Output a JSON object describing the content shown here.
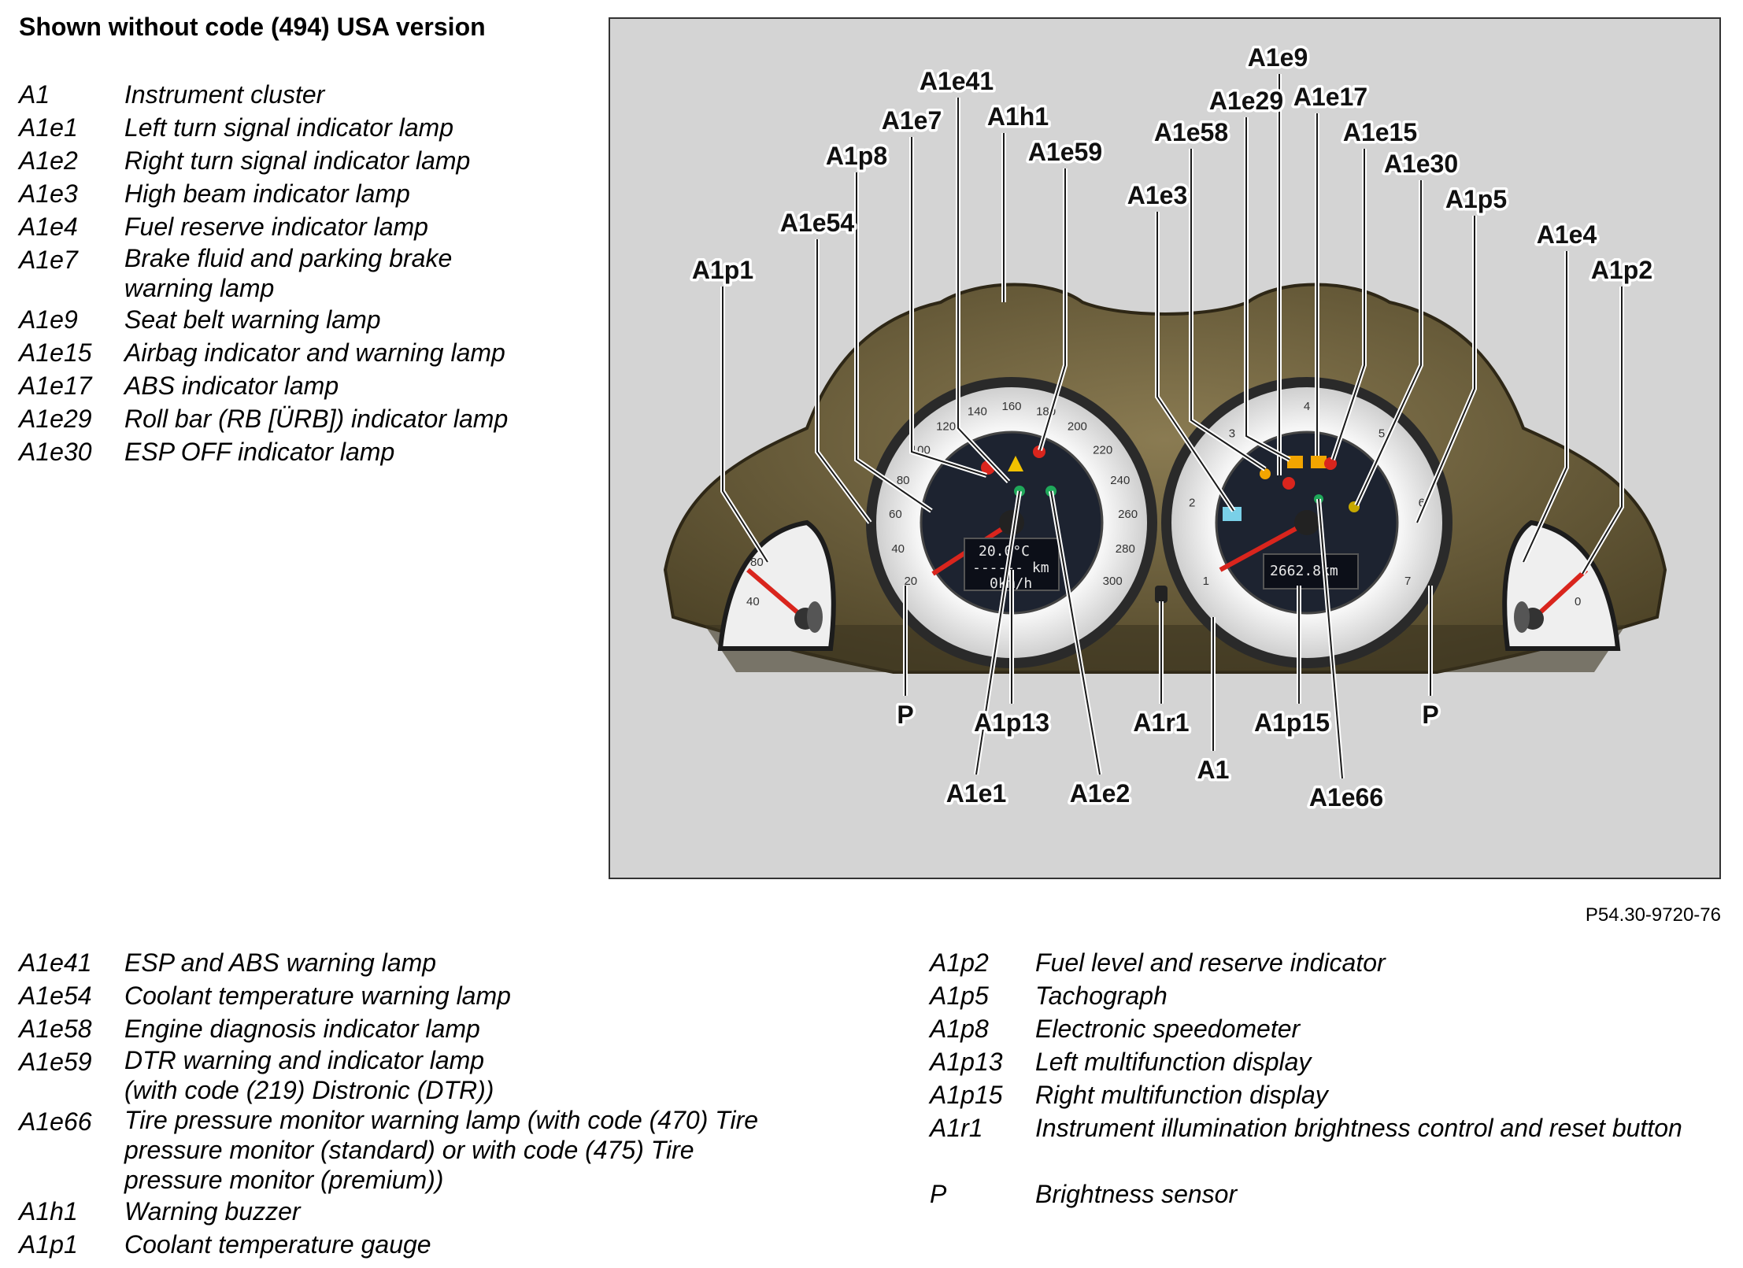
{
  "title": "Shown without code (494) USA version",
  "figure_code": "P54.30-9720-76",
  "legend_left": [
    {
      "code": "A1",
      "desc": "Instrument cluster"
    },
    {
      "code": "A1e1",
      "desc": "Left turn signal indicator lamp"
    },
    {
      "code": "A1e2",
      "desc": "Right turn signal indicator lamp"
    },
    {
      "code": "A1e3",
      "desc": "High beam indicator lamp"
    },
    {
      "code": "A1e4",
      "desc": "Fuel reserve indicator lamp"
    },
    {
      "code": "A1e7",
      "desc": "Brake fluid and parking brake",
      "desc2": "warning lamp"
    },
    {
      "code": "A1e9",
      "desc": "Seat belt warning lamp"
    },
    {
      "code": "A1e15",
      "desc": "Airbag indicator and warning lamp"
    },
    {
      "code": "A1e17",
      "desc": "ABS indicator lamp"
    },
    {
      "code": "A1e29",
      "desc": "Roll bar (RB [ÜRB]) indicator lamp"
    },
    {
      "code": "A1e30",
      "desc": "ESP OFF indicator lamp"
    }
  ],
  "legend_bottom_left": [
    {
      "code": "A1e41",
      "desc": "ESP and ABS warning lamp"
    },
    {
      "code": "A1e54",
      "desc": "Coolant temperature warning lamp"
    },
    {
      "code": "A1e58",
      "desc": "Engine diagnosis indicator lamp"
    },
    {
      "code": "A1e59",
      "desc": "DTR warning and indicator lamp",
      "desc2": "(with code (219) Distronic (DTR))"
    },
    {
      "code": "A1e66",
      "desc": "Tire pressure monitor warning lamp  (with code (470) Tire",
      "desc2": "pressure monitor (standard) or with code (475) Tire",
      "desc3": "pressure monitor (premium))"
    },
    {
      "code": "A1h1",
      "desc": "Warning buzzer"
    },
    {
      "code": "A1p1",
      "desc": "Coolant temperature gauge"
    }
  ],
  "legend_bottom_right": [
    {
      "code": "A1p2",
      "desc": "Fuel level and reserve indicator"
    },
    {
      "code": "A1p5",
      "desc": "Tachograph"
    },
    {
      "code": "A1p8",
      "desc": "Electronic speedometer"
    },
    {
      "code": "A1p13",
      "desc": "Left multifunction display"
    },
    {
      "code": "A1p15",
      "desc": "Right multifunction display"
    },
    {
      "code": "A1r1",
      "desc": "Instrument illumination brightness control and reset button"
    },
    {
      "code": "P",
      "desc": "Brightness sensor"
    }
  ],
  "callouts": {
    "A1e41": "A1e41",
    "A1h1": "A1h1",
    "A1e7": "A1e7",
    "A1p8": "A1p8",
    "A1e59": "A1e59",
    "A1e54": "A1e54",
    "A1p1": "A1p1",
    "A1e9": "A1e9",
    "A1e29": "A1e29",
    "A1e17": "A1e17",
    "A1e58": "A1e58",
    "A1e15": "A1e15",
    "A1e30": "A1e30",
    "A1e3": "A1e3",
    "A1p5": "A1p5",
    "A1e4": "A1e4",
    "A1p2": "A1p2",
    "P_left": "P",
    "P_right": "P",
    "A1p13": "A1p13",
    "A1r1": "A1r1",
    "A1p15": "A1p15",
    "A1": "A1",
    "A1e1": "A1e1",
    "A1e2": "A1e2",
    "A1e66": "A1e66"
  },
  "displays": {
    "left_temp": "20.0°C",
    "left_dist": "------ km",
    "left_speed": "0km/h",
    "right_odo": "2662.8km"
  },
  "speedo_numbers": [
    "20",
    "40",
    "60",
    "80",
    "100",
    "120",
    "140",
    "160",
    "180",
    "200",
    "220",
    "240",
    "260",
    "280",
    "300"
  ],
  "tacho_numbers": [
    "1",
    "2",
    "3",
    "4",
    "5",
    "6",
    "7"
  ],
  "colors": {
    "background": "#d4d4d4",
    "housing": "#6b5e3a",
    "dial_face": "#f2f2f2",
    "needle": "#d9251d"
  }
}
